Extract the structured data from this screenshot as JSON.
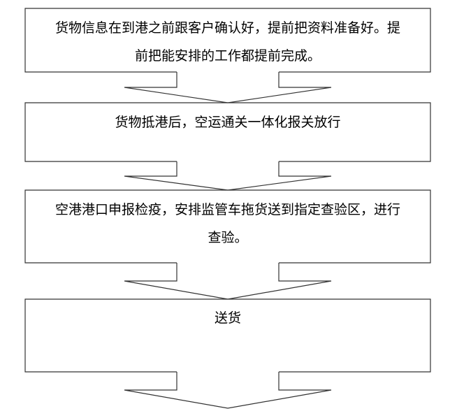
{
  "steps": [
    {
      "lines": [
        "货物信息在到港之前跟客户确认好，提前把资料准备好。提",
        "前把能安排的工作都提前完成。"
      ]
    },
    {
      "lines": [
        "货物抵港后，空运通关一体化报关放行"
      ]
    },
    {
      "lines": [
        "空港港口申报检疫，安排监管车拖货送到指定查验区，进行",
        "查验。"
      ]
    },
    {
      "lines": [
        "送货"
      ]
    }
  ],
  "colors": {
    "stroke": "#333333",
    "background": "#ffffff"
  }
}
